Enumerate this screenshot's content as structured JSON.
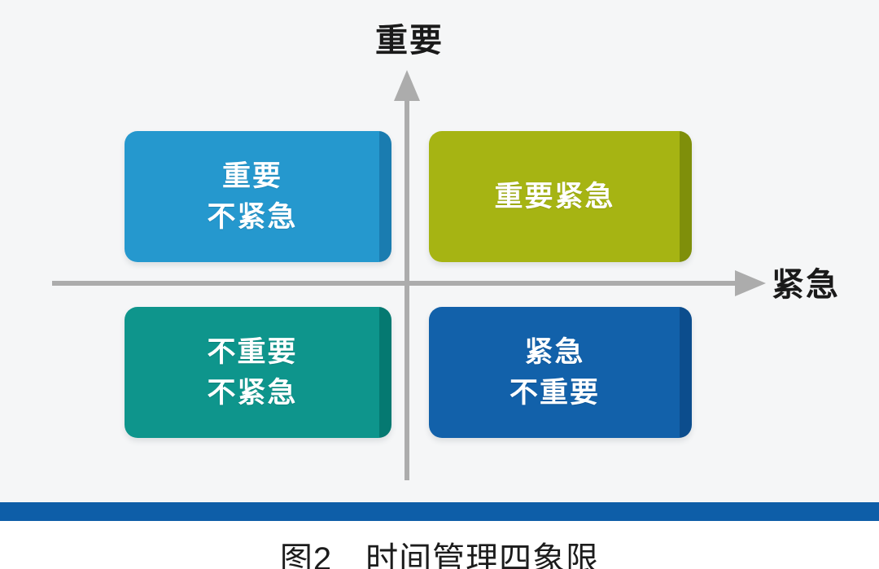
{
  "figure": {
    "caption": "图2　时间管理四象限"
  },
  "axes": {
    "y_label": "重要",
    "x_label": "紧急",
    "color": "#ACACAC"
  },
  "colors": {
    "canvas_bg": "#F5F6F7",
    "page_bg": "#FFFFFF",
    "divider_bar": "#0E5EA8",
    "axis_label_text": "#1A1A1A",
    "quadrant_text": "#FFFFFF",
    "caption_text": "#1C1C1C"
  },
  "quadrants": [
    {
      "position": "top-left",
      "label": "重要\n不紧急",
      "fill": "#2598CE",
      "bevel": "#1A7CB0"
    },
    {
      "position": "top-right",
      "label": "重要紧急",
      "fill": "#A6B413",
      "bevel": "#7F8F0A"
    },
    {
      "position": "bottom-left",
      "label": "不重要\n不紧急",
      "fill": "#0E958C",
      "bevel": "#057971"
    },
    {
      "position": "bottom-right",
      "label": "紧急\n不重要",
      "fill": "#1261AA",
      "bevel": "#0C4D8D"
    }
  ]
}
